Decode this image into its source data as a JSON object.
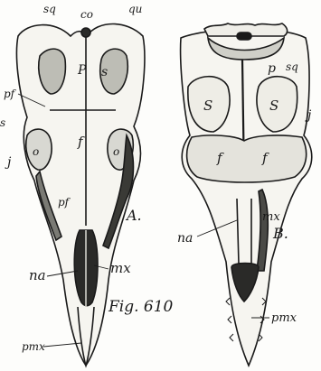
{
  "figure": {
    "caption": "Fig. 610",
    "skull_a": {
      "panel_label": "A.",
      "labels": {
        "sq": "sq",
        "co": "co",
        "qu": "qu",
        "p": "P",
        "s": "s",
        "pf_top": "pf",
        "s_left_edge": "s",
        "j": "j",
        "o_left": "o",
        "f": "f",
        "o_right": "o",
        "pf_bottom": "pf",
        "na": "na",
        "mx": "mx",
        "pmx": "pmx"
      }
    },
    "skull_b": {
      "panel_label": "B.",
      "labels": {
        "p": "p",
        "sq": "sq",
        "s_left": "S",
        "s_right": "S",
        "j": "j",
        "f_left": "f",
        "f_right": "f",
        "mx": "mx",
        "na": "na",
        "pmx": "pmx"
      }
    }
  }
}
